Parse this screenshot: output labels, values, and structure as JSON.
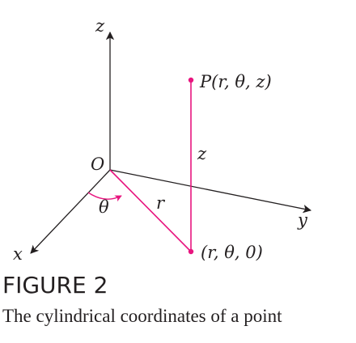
{
  "figure": {
    "axis_labels": {
      "z": "z",
      "x": "x",
      "y": "y"
    },
    "origin_label": "O",
    "point_label_P": "P(r, θ, z)",
    "point_label_proj": "(r, θ, 0)",
    "r_label": "r",
    "theta_label": "θ",
    "height_label": "z"
  },
  "caption": {
    "title": "FIGURE 2",
    "text": "The cylindrical coordinates of a point"
  },
  "colors": {
    "ink": "#231f20",
    "accent": "#e8157f"
  }
}
